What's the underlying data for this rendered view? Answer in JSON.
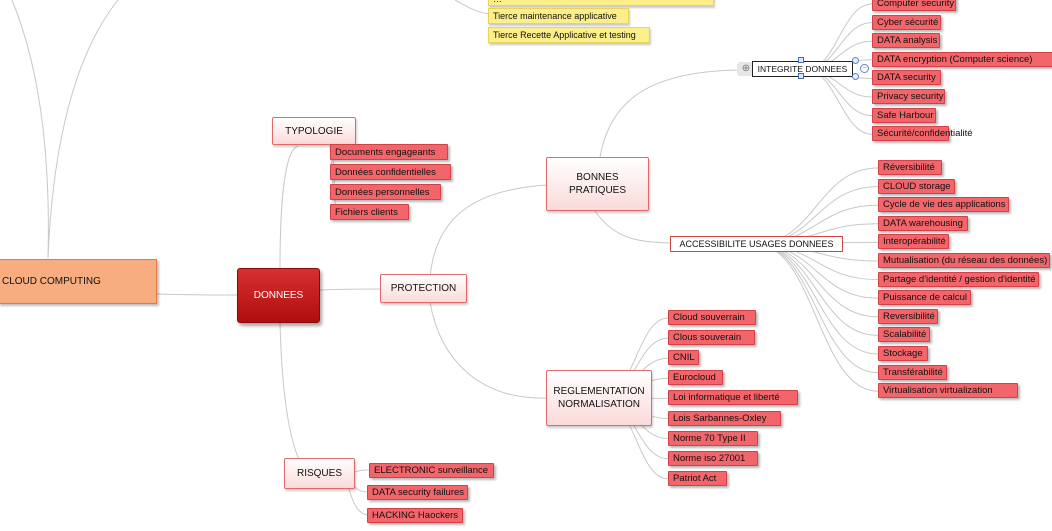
{
  "root": "CLOUD COMPUTING",
  "center": "DONNEES",
  "yellow_items": [
    "…",
    "Tierce maintenance applicative",
    "Tierce Recette Applicative et testing"
  ],
  "typologie": {
    "label": "TYPOLOGIE",
    "items": [
      "Documents engageants",
      "Données confidentielles",
      "Données personnelles",
      "Fichiers clients"
    ]
  },
  "protection": {
    "label": "PROTECTION"
  },
  "bonnes_pratiques": {
    "label": "BONNES PRATIQUES"
  },
  "integrite": {
    "label": "INTEGRITE DONNEES",
    "drag_glyph": "⊕",
    "collapse_glyph": "−",
    "items": [
      "Computer security",
      "Cyber sécurité",
      "DATA analysis",
      "DATA encryption (Computer science)",
      "DATA security",
      "Privacy security",
      "Safe Harbour",
      "Sécurité/confidentialité"
    ]
  },
  "accessibilite": {
    "label": "ACCESSIBILITE USAGES DONNEES",
    "items": [
      "Réversibilité",
      "CLOUD storage",
      "Cycle de vie des applications",
      "DATA warehousing",
      "Interopérabilité",
      "Mutualisation (du réseau des données)",
      "Partage d'identité / gestion d'identité",
      "Puissance de calcul",
      "Reversibilité",
      "Scalabilité",
      "Stockage",
      "Transférabilité",
      "Virtualisation          virtualization"
    ]
  },
  "reglementation": {
    "label": "REGLEMENTATION NORMALISATION",
    "items": [
      "Cloud souverrain",
      "Clous souverain",
      "CNIL",
      "Eurocloud",
      "Loi informatique et liberté",
      "Lois Sarbannes-Oxley",
      "Norme 70 Type II",
      "Norme iso 27001",
      "Patriot Act"
    ]
  },
  "risques": {
    "label": "RISQUES",
    "items": [
      "ELECTRONIC surveillance",
      "DATA security failures",
      "HACKING Haockers"
    ]
  }
}
